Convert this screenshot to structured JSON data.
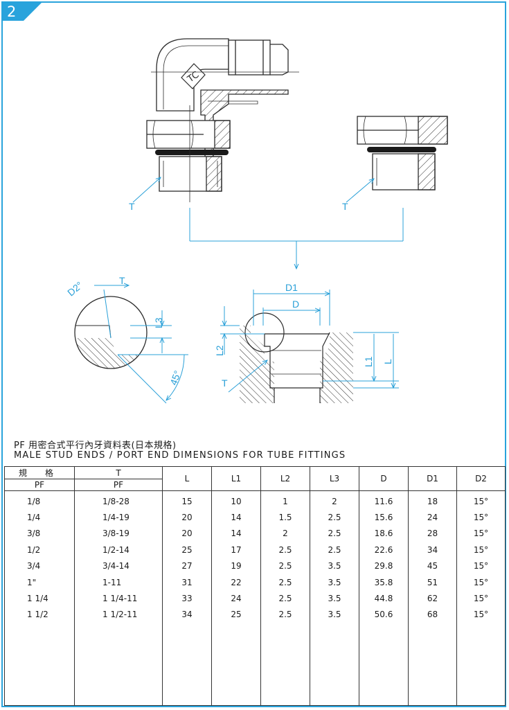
{
  "page": {
    "number": "2",
    "accent_color": "#29a3dc",
    "line_color": "#2b2b2b",
    "dim_color": "#2aa0d8"
  },
  "drawing": {
    "logo_text": "TC",
    "labels": {
      "T": "T",
      "D1": "D1",
      "D": "D",
      "D2": "D2°",
      "L": "L",
      "L1": "L1",
      "L2": "L2",
      "L3": "L3",
      "angle": "45°"
    }
  },
  "caption": {
    "chinese": "PF 用密合式平行內牙資料表(日本規格)",
    "english": "MALE STUD ENDS / PORT END DIMENSIONS FOR TUBE FITTINGS"
  },
  "table": {
    "header": {
      "size_a": "規",
      "size_b": "格",
      "size_sub": "PF",
      "thread": "T",
      "thread_sub": "PF",
      "L": "L",
      "L1": "L1",
      "L2": "L2",
      "L3": "L3",
      "D": "D",
      "D1": "D1",
      "D2": "D2"
    },
    "rows": [
      {
        "size": "1/8",
        "thread": "1/8-28",
        "L": "15",
        "L1": "10",
        "L2": "1",
        "L3": "2",
        "D": "11.6",
        "D1": "18",
        "D2": "15°"
      },
      {
        "size": "1/4",
        "thread": "1/4-19",
        "L": "20",
        "L1": "14",
        "L2": "1.5",
        "L3": "2.5",
        "D": "15.6",
        "D1": "24",
        "D2": "15°"
      },
      {
        "size": "3/8",
        "thread": "3/8-19",
        "L": "20",
        "L1": "14",
        "L2": "2",
        "L3": "2.5",
        "D": "18.6",
        "D1": "28",
        "D2": "15°"
      },
      {
        "size": "1/2",
        "thread": "1/2-14",
        "L": "25",
        "L1": "17",
        "L2": "2.5",
        "L3": "2.5",
        "D": "22.6",
        "D1": "34",
        "D2": "15°"
      },
      {
        "size": "3/4",
        "thread": "3/4-14",
        "L": "27",
        "L1": "19",
        "L2": "2.5",
        "L3": "3.5",
        "D": "29.8",
        "D1": "45",
        "D2": "15°"
      },
      {
        "size": "1\"",
        "thread": "1-11",
        "L": "31",
        "L1": "22",
        "L2": "2.5",
        "L3": "3.5",
        "D": "35.8",
        "D1": "51",
        "D2": "15°"
      },
      {
        "size": "1 1/4",
        "thread": "1 1/4-11",
        "L": "33",
        "L1": "24",
        "L2": "2.5",
        "L3": "3.5",
        "D": "44.8",
        "D1": "62",
        "D2": "15°"
      },
      {
        "size": "1 1/2",
        "thread": "1 1/2-11",
        "L": "34",
        "L1": "25",
        "L2": "2.5",
        "L3": "3.5",
        "D": "50.6",
        "D1": "68",
        "D2": "15°"
      }
    ]
  }
}
